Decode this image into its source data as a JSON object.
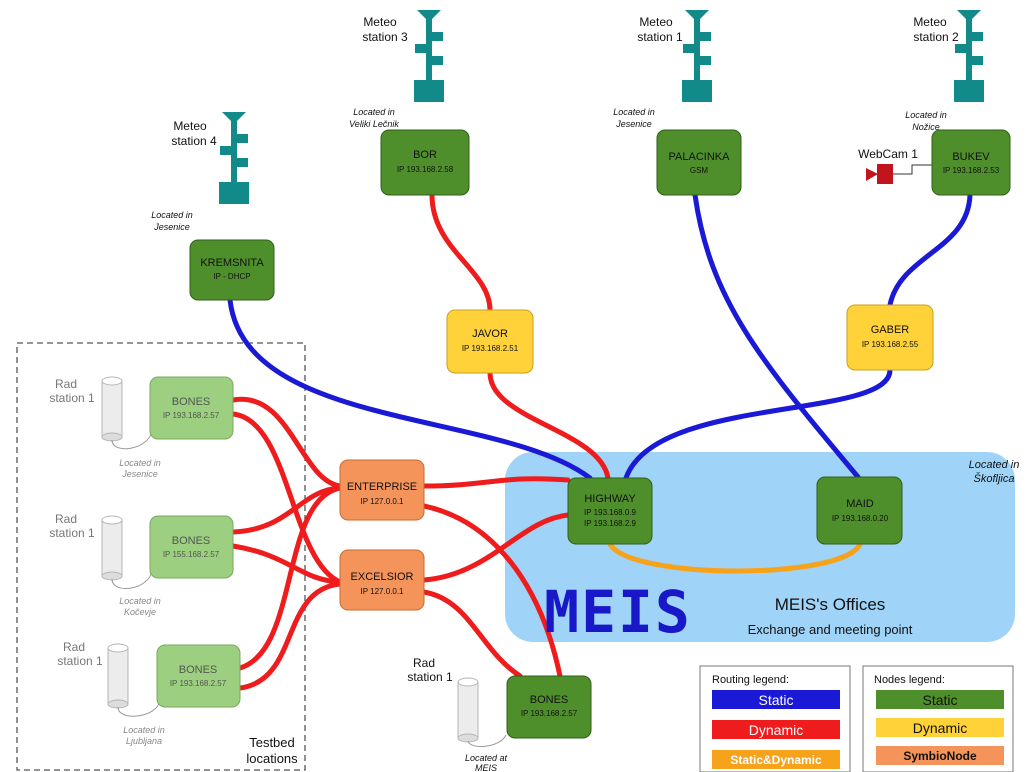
{
  "meteo": {
    "m4": {
      "title1": "Meteo",
      "title2": "station 4",
      "loc1": "Located in",
      "loc2": "Jesenice"
    },
    "m3": {
      "title1": "Meteo",
      "title2": "station 3",
      "loc1": "Located in",
      "loc2": "Veliki Lečnik"
    },
    "m1": {
      "title1": "Meteo",
      "title2": "station 1",
      "loc1": "Located in",
      "loc2": "Jesenice"
    },
    "m2": {
      "title1": "Meteo",
      "title2": "station 2",
      "loc1": "Located in",
      "loc2": "Nožice"
    }
  },
  "webcam": {
    "label": "WebCam 1"
  },
  "nodes": {
    "kremsnita": {
      "name": "KREMSNITA",
      "ip": "IP - DHCP"
    },
    "bor": {
      "name": "BOR",
      "ip": "IP 193.168.2.58"
    },
    "palacinka": {
      "name": "PALACINKA",
      "ip": "GSM"
    },
    "bukev": {
      "name": "BUKEV",
      "ip": "IP 193.168.2.53"
    },
    "javor": {
      "name": "JAVOR",
      "ip": "IP 193.168.2.51"
    },
    "gaber": {
      "name": "GABER",
      "ip": "IP 193.168.2.55"
    },
    "enterprise": {
      "name": "ENTERPRISE",
      "ip": "IP 127.0.0.1"
    },
    "excelsior": {
      "name": "EXCELSIOR",
      "ip": "IP 127.0.0.1"
    },
    "highway": {
      "name": "HIGHWAY",
      "ip1": "IP 193.168.0.9",
      "ip2": "IP 193.168.2.9"
    },
    "maid": {
      "name": "MAID",
      "ip": "IP 193.168.0.20"
    },
    "bones1": {
      "name": "BONES",
      "ip": "IP 193.168.2.57"
    },
    "bones2": {
      "name": "BONES",
      "ip": "IP 155.168.2.57"
    },
    "bones3": {
      "name": "BONES",
      "ip": "IP 193.168.2.57"
    },
    "bones4": {
      "name": "BONES",
      "ip": "IP 193.168.2.57"
    }
  },
  "rad": {
    "r1": {
      "title1": "Rad",
      "title2": "station 1",
      "loc1": "Located in",
      "loc2": "Jesenice"
    },
    "r2": {
      "title1": "Rad",
      "title2": "station 1",
      "loc1": "Located in",
      "loc2": "Kočevje"
    },
    "r3": {
      "title1": "Rad",
      "title2": "station 1",
      "loc1": "Located in",
      "loc2": "Ljubljana"
    },
    "r4": {
      "title1": "Rad",
      "title2": "station 1",
      "loc1": "Located at",
      "loc2": "MEIS"
    }
  },
  "offices": {
    "loc1": "Located in",
    "loc2": "Škofljica",
    "logo": "MEIS",
    "title": "MEIS's Offices",
    "subtitle": "Exchange and meeting point"
  },
  "testbed": {
    "line1": "Testbed",
    "line2": "locations"
  },
  "routing_legend": {
    "title": "Routing legend:",
    "static": "Static",
    "dynamic": "Dynamic",
    "static_dynamic": "Static&Dynamic"
  },
  "nodes_legend": {
    "title": "Nodes legend:",
    "static": "Static",
    "dynamic": "Dynamic",
    "symbio": "SymbioNode"
  },
  "colors": {
    "static_link": "#1a1ad6",
    "dynamic_link": "#ee1c1c",
    "static_dynamic_link": "#f7a21b",
    "static_node": "#4f8f2b",
    "dynamic_node": "#ffd23a",
    "symbio_node": "#f4945a",
    "office_bg": "#9fd3f7"
  }
}
